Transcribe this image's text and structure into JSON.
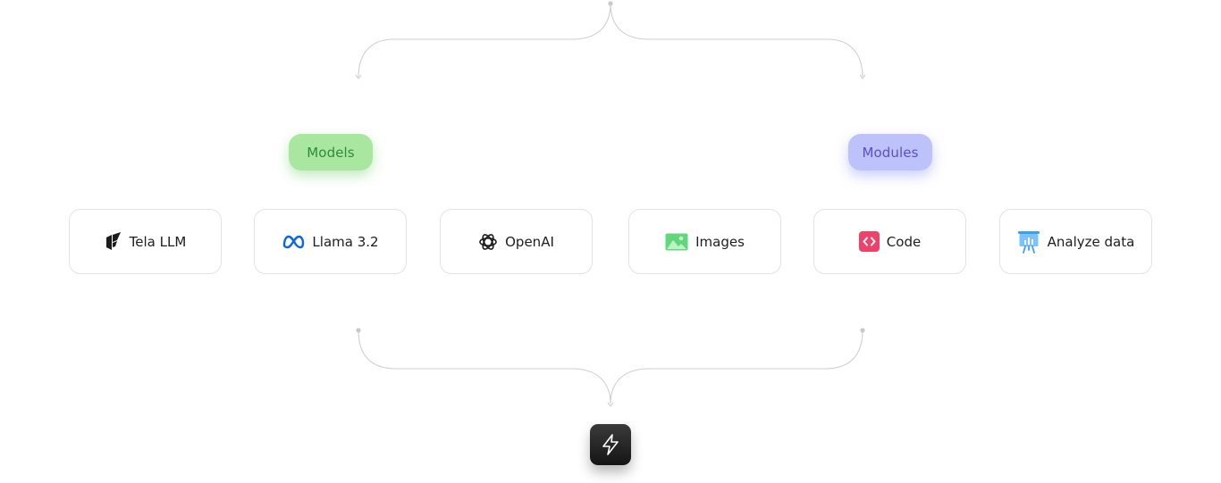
{
  "groups": {
    "models_label": "Models",
    "modules_label": "Modules"
  },
  "cards": {
    "tela_llm": "Tela LLM",
    "llama": "Llama 3.2",
    "openai": "OpenAI",
    "images": "Images",
    "code": "Code",
    "analyze_data": "Analyze data"
  },
  "icons": {
    "tela_llm": "tela-logo-icon",
    "llama": "meta-logo-icon",
    "openai": "openai-logo-icon",
    "images": "image-icon",
    "code": "code-icon",
    "analyze_data": "chart-board-icon",
    "action": "lightning-bolt-icon"
  },
  "colors": {
    "connector": "#cfcfcf",
    "models_fill": "#a9e7a0",
    "models_text": "#2e8b3c",
    "modules_fill": "#bdc3fa",
    "modules_text": "#5b4fc9",
    "meta_blue": "#0a66e8",
    "images_green": "#5fd77a",
    "code_pink": "#f0416b",
    "analyze_blue": "#3aa0f5",
    "action_tile": "#1f1f1f"
  }
}
